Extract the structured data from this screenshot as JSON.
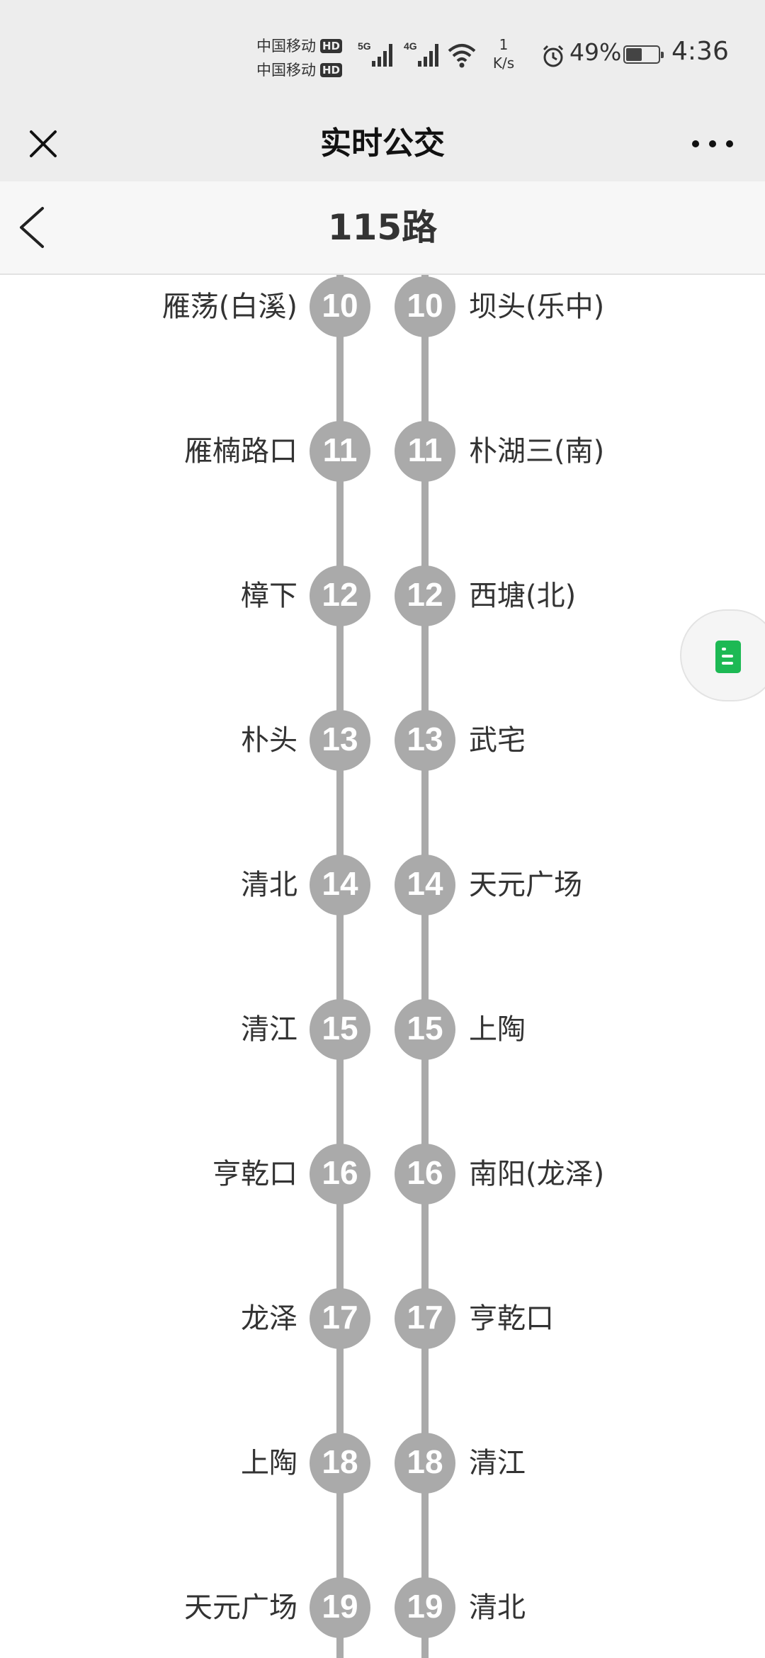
{
  "status_bar": {
    "carrier_1": "中国移动",
    "carrier_2": "中国移动",
    "hd_badge": "HD",
    "signal_1_label": "5G",
    "signal_2_label": "4G",
    "net_speed_value": "1",
    "net_speed_unit": "K/s",
    "battery": "49%",
    "time": "4:36"
  },
  "nav": {
    "title": "实时公交"
  },
  "route": {
    "title": "115路"
  },
  "stops": [
    {
      "left_name": "雁荡(白溪)",
      "left_no": "10",
      "right_no": "10",
      "right_name": "坝头(乐中)"
    },
    {
      "left_name": "雁楠路口",
      "left_no": "11",
      "right_no": "11",
      "right_name": "朴湖三(南)"
    },
    {
      "left_name": "樟下",
      "left_no": "12",
      "right_no": "12",
      "right_name": "西塘(北)"
    },
    {
      "left_name": "朴头",
      "left_no": "13",
      "right_no": "13",
      "right_name": "武宅"
    },
    {
      "left_name": "清北",
      "left_no": "14",
      "right_no": "14",
      "right_name": "天元广场"
    },
    {
      "left_name": "清江",
      "left_no": "15",
      "right_no": "15",
      "right_name": "上陶"
    },
    {
      "left_name": "亨乾口",
      "left_no": "16",
      "right_no": "16",
      "right_name": "南阳(龙泽)"
    },
    {
      "left_name": "龙泽",
      "left_no": "17",
      "right_no": "17",
      "right_name": "亨乾口"
    },
    {
      "left_name": "上陶",
      "left_no": "18",
      "right_no": "18",
      "right_name": "清江"
    },
    {
      "left_name": "天元广场",
      "left_no": "19",
      "right_no": "19",
      "right_name": "清北"
    }
  ],
  "colors": {
    "route_line": "#aaaaaa",
    "float_icon": "#1db954",
    "bar_bg": "#ededed"
  },
  "icons": {
    "close": "close-icon",
    "more": "more-dots-icon",
    "back": "chevron-left-icon",
    "float": "document-icon"
  }
}
